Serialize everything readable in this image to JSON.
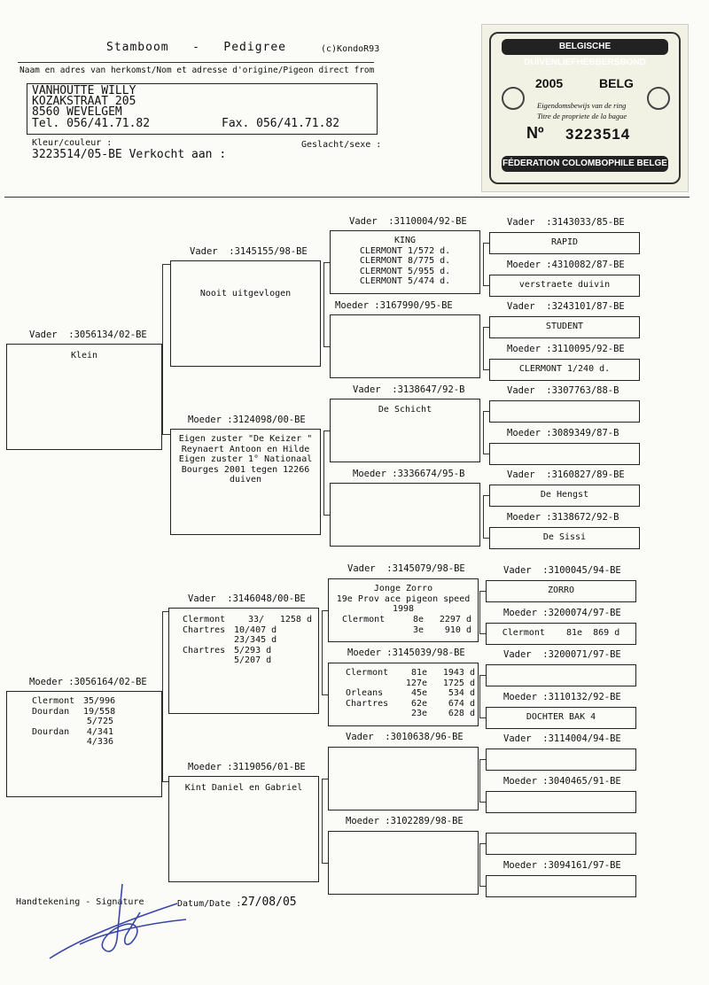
{
  "header": {
    "title": "Stamboom   -   Pedigree",
    "copyright": "(c)KondoR93",
    "origin_label": "Naam en adres van herkomst/Nom et adresse d'origine/Pigeon direct from"
  },
  "owner": {
    "name": "VANHOUTTE WILLY",
    "street": "KOZAKSTRAAT 205",
    "city": "8560 WEVELGEM",
    "tel": "Tel. 056/41.71.82",
    "fax": "Fax. 056/41.71.82"
  },
  "pigeon": {
    "color_label": "Kleur/couleur :",
    "sex_label": "Geslacht/sexe :",
    "ring_line": "3223514/05-BE Verkocht aan :"
  },
  "card": {
    "top_banner": "BELGISCHE DUIVENLIEFHEBBERSBOND",
    "year": "2005",
    "country": "BELG",
    "line1": "Eigendomsbewijs van de ring",
    "line2": "Titre de propriete de la bague",
    "number_prefix": "Nº",
    "number": "3223514",
    "bottom_banner": "FÉDERATION COLOMBOPHILE BELGE"
  },
  "gen1": {
    "sire_label": "Vader  :3056134/02-BE",
    "sire_text": "Klein",
    "dam_label": "Moeder :3056164/02-BE",
    "dam_rows": [
      [
        "Clermont",
        "35/996",
        ""
      ],
      [
        "Dourdan",
        "19/558",
        ""
      ],
      [
        "",
        "5/725",
        ""
      ],
      [
        "Dourdan",
        "4/341",
        ""
      ],
      [
        "",
        "4/336",
        ""
      ]
    ]
  },
  "gen2": {
    "a_label": "Vader  :3145155/98-BE",
    "a_text": "Nooit uitgevlogen",
    "b_label": "Moeder :3124098/00-BE",
    "b_text": "Eigen zuster \"De Keizer \"\nReynaert Antoon en Hilde\nEigen zuster 1° Nationaal\nBourges 2001 tegen 12266\nduiven",
    "c_label": "Vader  :3146048/00-BE",
    "c_rows": [
      [
        "Clermont",
        "33/",
        "1258 d"
      ],
      [
        "Chartres",
        "10/407 d",
        ""
      ],
      [
        "",
        "23/345 d",
        ""
      ],
      [
        "Chartres",
        "5/293 d",
        ""
      ],
      [
        "",
        "5/207 d",
        ""
      ]
    ],
    "d_label": "Moeder :3119056/01-BE",
    "d_text": "Kint Daniel en Gabriel"
  },
  "gen3": {
    "a_label": "Vader  :3110004/92-BE",
    "a_text": "KING\nCLERMONT 1/572 d.\nCLERMONT 8/775 d.\nCLERMONT 5/955 d.\nCLERMONT 5/474 d.",
    "b_label": "Moeder :3167990/95-BE",
    "b_text": "",
    "c_label": "Vader  :3138647/92-B",
    "c_text": "De Schicht",
    "d_label": "Moeder :3336674/95-B",
    "d_text": "",
    "e_label": "Vader  :3145079/98-BE",
    "e_head": "Jonge Zorro\n19e Prov ace pigeon speed\n1998",
    "e_rows": [
      [
        "Clermont",
        "8e",
        "2297 d"
      ],
      [
        "",
        "3e",
        "910 d"
      ]
    ],
    "f_label": "Moeder :3145039/98-BE",
    "f_rows": [
      [
        "Clermont",
        "81e",
        "1943 d"
      ],
      [
        "",
        "127e",
        "1725 d"
      ],
      [
        "Orleans",
        "45e",
        "534 d"
      ],
      [
        "Chartres",
        "62e",
        "674 d"
      ],
      [
        "",
        "23e",
        "628 d"
      ]
    ],
    "g_label": "Vader  :3010638/96-BE",
    "g_text": "",
    "h_label": "Moeder :3102289/98-BE",
    "h_text": ""
  },
  "gen4": [
    {
      "label": "Vader  :3143033/85-BE",
      "text": "RAPID"
    },
    {
      "label": "Moeder :4310082/87-BE",
      "text": "verstraete duivin"
    },
    {
      "label": "Vader  :3243101/87-BE",
      "text": "STUDENT"
    },
    {
      "label": "Moeder :3110095/92-BE",
      "text": "CLERMONT 1/240 d."
    },
    {
      "label": "Vader  :3307763/88-B",
      "text": ""
    },
    {
      "label": "Moeder :3089349/87-B",
      "text": ""
    },
    {
      "label": "Vader  :3160827/89-BE",
      "text": "De Hengst"
    },
    {
      "label": "Moeder :3138672/92-B",
      "text": "De Sissi"
    },
    {
      "label": "Vader  :3100045/94-BE",
      "text": "ZORRO"
    },
    {
      "label": "Moeder :3200074/97-BE",
      "text": "Clermont    81e  869 d"
    },
    {
      "label": "Vader  :3200071/97-BE",
      "text": ""
    },
    {
      "label": "Moeder :3110132/92-BE",
      "text": "DOCHTER BAK 4"
    },
    {
      "label": "Vader  :3114004/94-BE",
      "text": ""
    },
    {
      "label": "Moeder :3040465/91-BE",
      "text": ""
    },
    {
      "label": "",
      "text": ""
    },
    {
      "label": "Moeder :3094161/97-BE",
      "text": ""
    }
  ],
  "footer": {
    "signature_label": "Handtekening - Signature",
    "date_label": "Datum/Date :",
    "date_value": "27/08/05"
  }
}
